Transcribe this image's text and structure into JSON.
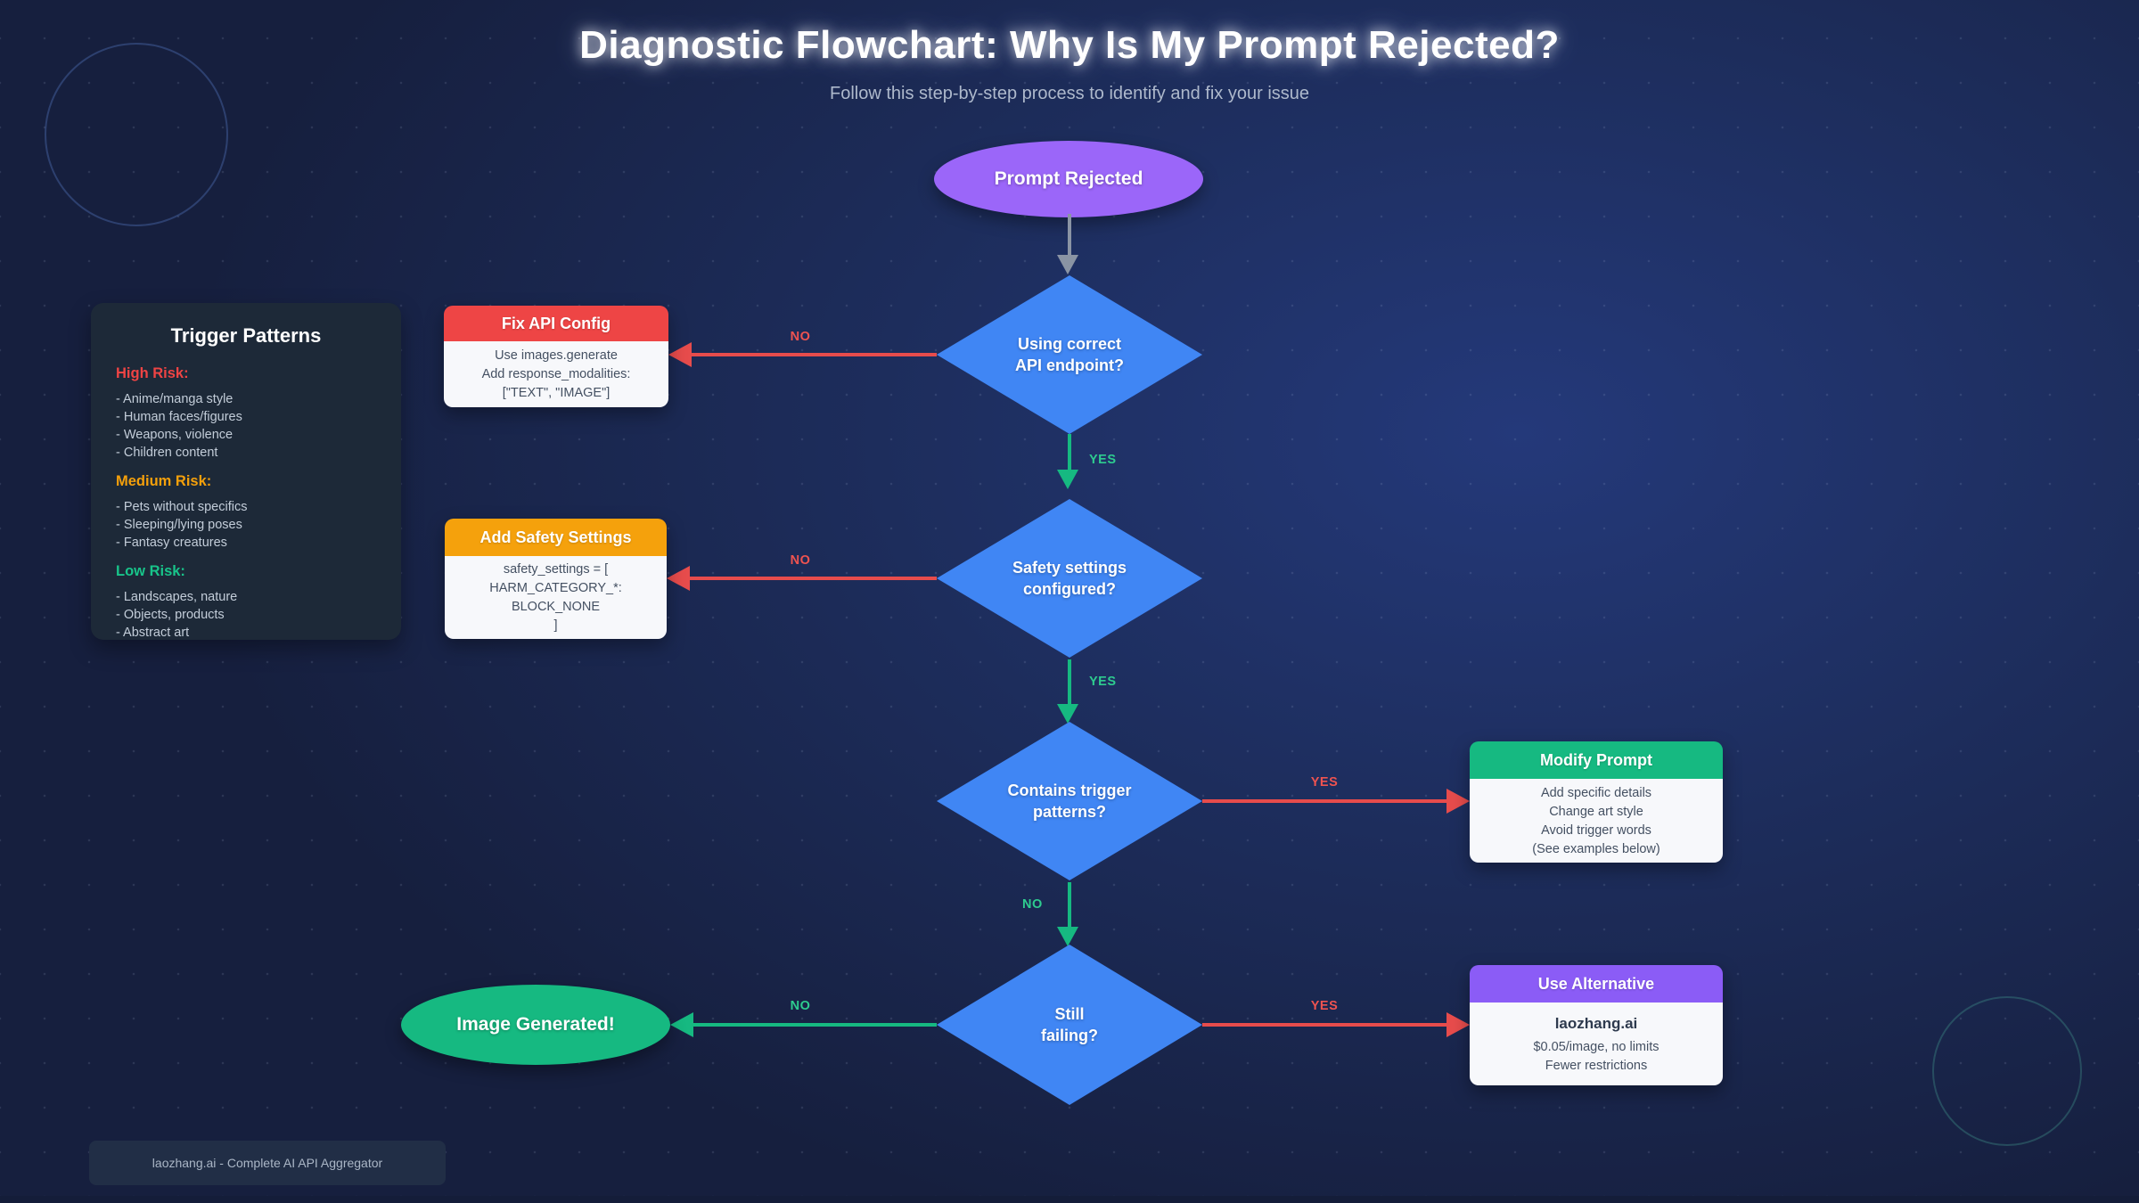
{
  "page": {
    "title": "Diagnostic Flowchart: Why Is My Prompt Rejected?",
    "subtitle": "Follow this step-by-step process to identify and fix your issue",
    "footer_badge": "laozhang.ai - Complete AI API Aggregator"
  },
  "colors": {
    "diamond_blue": "#4086f4",
    "start_purple": "#9b66f9",
    "end_green": "#16b981",
    "edge_red": "#e74c4c",
    "edge_green": "#16b981",
    "edge_gray": "#8a94a4",
    "label_red": "#ef5350",
    "label_green": "#2ecc8f"
  },
  "flow": {
    "start": {
      "label": "Prompt Rejected"
    },
    "decisions": [
      {
        "line1": "Using correct",
        "line2": "API endpoint?"
      },
      {
        "line1": "Safety settings",
        "line2": "configured?"
      },
      {
        "line1": "Contains trigger",
        "line2": "patterns?"
      },
      {
        "line1": "Still",
        "line2": "failing?"
      }
    ],
    "end": {
      "label": "Image Generated!"
    },
    "actions": [
      {
        "title": "Fix API Config",
        "header_color": "#ee4545",
        "lines": [
          "Use images.generate",
          "Add response_modalities:",
          "[\"TEXT\", \"IMAGE\"]"
        ]
      },
      {
        "title": "Add Safety Settings",
        "header_color": "#f5a10c",
        "lines": [
          "safety_settings = [",
          "HARM_CATEGORY_*:",
          "BLOCK_NONE",
          "]"
        ]
      },
      {
        "title": "Modify Prompt",
        "header_color": "#16b981",
        "lines": [
          "Add specific details",
          "Change art style",
          "Avoid trigger words",
          "(See examples below)"
        ]
      },
      {
        "title": "Use Alternative",
        "header_color": "#8b5cf6",
        "name": "laozhang.ai",
        "lines": [
          "$0.05/image, no limits",
          "Fewer restrictions"
        ]
      }
    ],
    "edges": [
      {
        "label": "NO",
        "color": "#ef5350"
      },
      {
        "label": "YES",
        "color": "#2ecc8f"
      },
      {
        "label": "NO",
        "color": "#ef5350"
      },
      {
        "label": "YES",
        "color": "#2ecc8f"
      },
      {
        "label": "YES",
        "color": "#ef5350"
      },
      {
        "label": "NO",
        "color": "#2ecc8f"
      },
      {
        "label": "NO",
        "color": "#2ecc8f"
      },
      {
        "label": "YES",
        "color": "#ef5350"
      }
    ]
  },
  "panel": {
    "title": "Trigger Patterns",
    "sections": [
      {
        "heading": "High Risk:",
        "color": "#ef4444",
        "items": [
          "- Anime/manga style",
          "- Human faces/figures",
          "- Weapons, violence",
          "- Children content"
        ]
      },
      {
        "heading": "Medium Risk:",
        "color": "#f5a00b",
        "items": [
          "- Pets without specifics",
          "- Sleeping/lying poses",
          "- Fantasy creatures"
        ]
      },
      {
        "heading": "Low Risk:",
        "color": "#18c48a",
        "items": [
          "- Landscapes, nature",
          "- Objects, products",
          "- Abstract art"
        ]
      }
    ]
  }
}
